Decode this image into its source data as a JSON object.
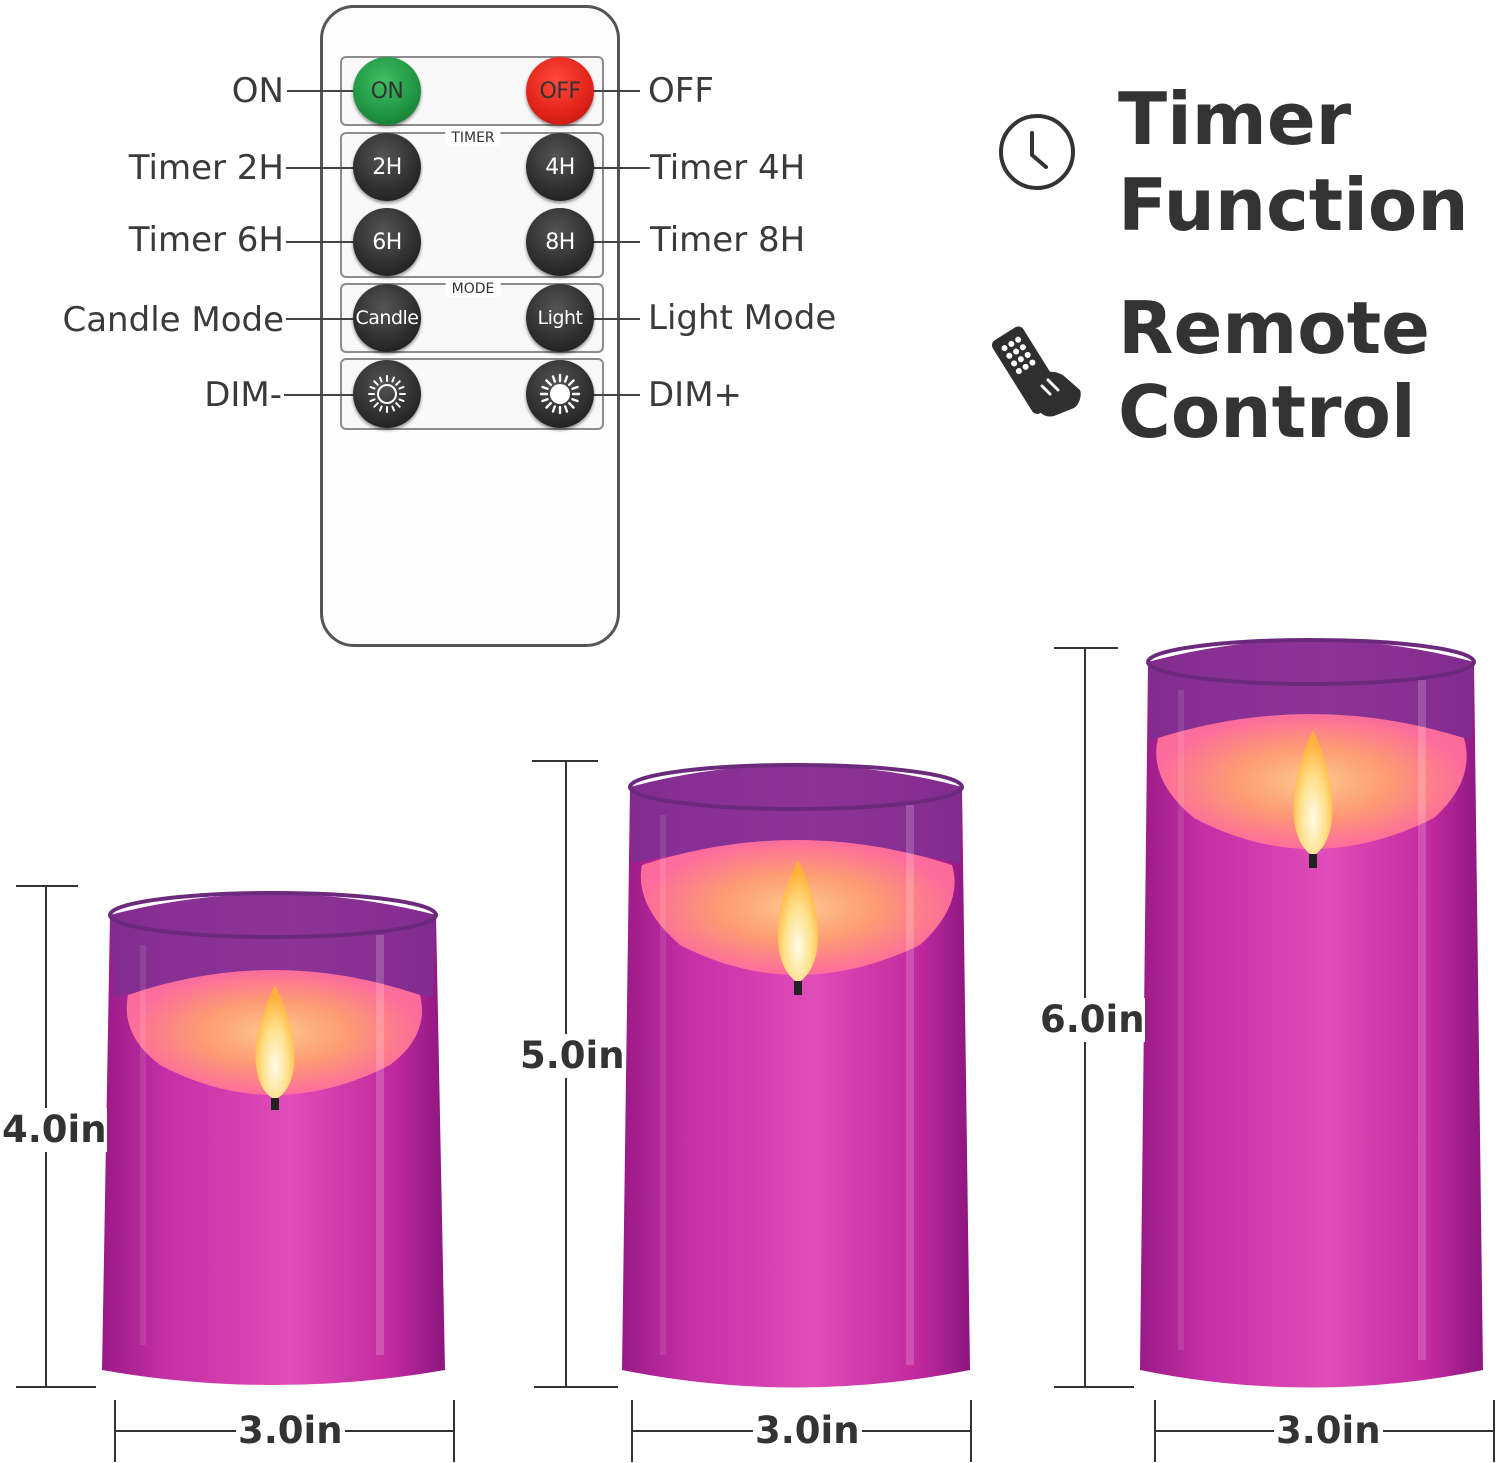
{
  "remote": {
    "sections": {
      "timer_title": "TIMER",
      "mode_title": "MODE"
    },
    "buttons": {
      "on": "ON",
      "off": "OFF",
      "timer_2h": "2H",
      "timer_4h": "4H",
      "timer_6h": "6H",
      "timer_8h": "8H",
      "candle": "Candle",
      "light": "Light"
    },
    "labels": {
      "on": "ON",
      "off": "OFF",
      "timer_2h": "Timer 2H",
      "timer_4h": "Timer 4H",
      "timer_6h": "Timer 6H",
      "timer_8h": "Timer 8H",
      "candle_mode": "Candle Mode",
      "light_mode": "Light Mode",
      "dim_minus": "DIM-",
      "dim_plus": "DIM+"
    },
    "colors": {
      "on_button": "#1f9342",
      "off_button": "#e02219",
      "button": "#2d2d2d"
    }
  },
  "features": {
    "timer": {
      "line1": "Timer",
      "line2": "Function",
      "icon": "clock-icon"
    },
    "remote": {
      "line1": "Remote",
      "line2": "Control",
      "icon": "remote-hand-icon"
    }
  },
  "candles": [
    {
      "height": "4.0in",
      "width": "3.0in"
    },
    {
      "height": "5.0in",
      "width": "3.0in"
    },
    {
      "height": "6.0in",
      "width": "3.0in"
    }
  ],
  "colors": {
    "candle_body": "#c02a9e",
    "glass_tint": "#8a2a8c",
    "flame": "#ffd86a"
  }
}
